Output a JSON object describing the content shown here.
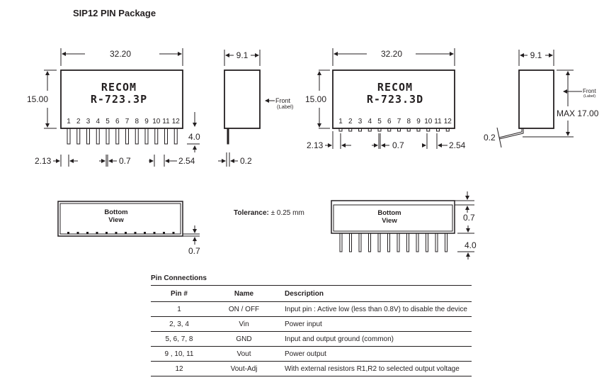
{
  "title": "SIP12  PIN Package",
  "front_view_p": {
    "logo": "RECOM",
    "model": "R-723.3P",
    "width": "32.20",
    "height": "15.00",
    "pin_length": "4.0",
    "first_pin": "2.13",
    "pin_width": "0.7",
    "pitch": "2.54"
  },
  "side_view_p": {
    "width": "9.1",
    "front": "Front",
    "label": "(Label)",
    "pin_thickness": "0.2"
  },
  "front_view_d": {
    "logo": "RECOM",
    "model": "R-723.3D",
    "width": "32.20",
    "height": "15.00",
    "first_pin": "2.13",
    "pin_width": "0.7",
    "pitch": "2.54"
  },
  "side_view_d": {
    "width": "9.1",
    "front": "Front",
    "label": "(Label)",
    "max_height": "MAX 17.00",
    "pin_thickness": "0.2"
  },
  "pin_numbers": [
    "1",
    "2",
    "3",
    "4",
    "5",
    "6",
    "7",
    "8",
    "9",
    "10",
    "11",
    "12"
  ],
  "bottom_view_p": {
    "label1": "Bottom",
    "label2": "View",
    "standoff": "0.7"
  },
  "bottom_view_d": {
    "label1": "Bottom",
    "label2": "View",
    "standoff": "0.7",
    "pin_length": "4.0"
  },
  "tolerance": {
    "label": "Tolerance:",
    "value": "± 0.25 mm"
  },
  "pin_connections": {
    "title": "Pin Connections",
    "headers": [
      "Pin #",
      "Name",
      "Description"
    ],
    "rows": [
      [
        "1",
        "ON / OFF",
        "Input pin : Active low (less than 0.8V) to disable the device"
      ],
      [
        "2, 3, 4",
        "Vin",
        "Power input"
      ],
      [
        "5, 6, 7, 8",
        "GND",
        "Input and output ground (common)"
      ],
      [
        "9 , 10, 11",
        "Vout",
        "Power output"
      ],
      [
        "12",
        "Vout-Adj",
        "With external resistors R1,R2 to selected output voltage"
      ]
    ]
  }
}
